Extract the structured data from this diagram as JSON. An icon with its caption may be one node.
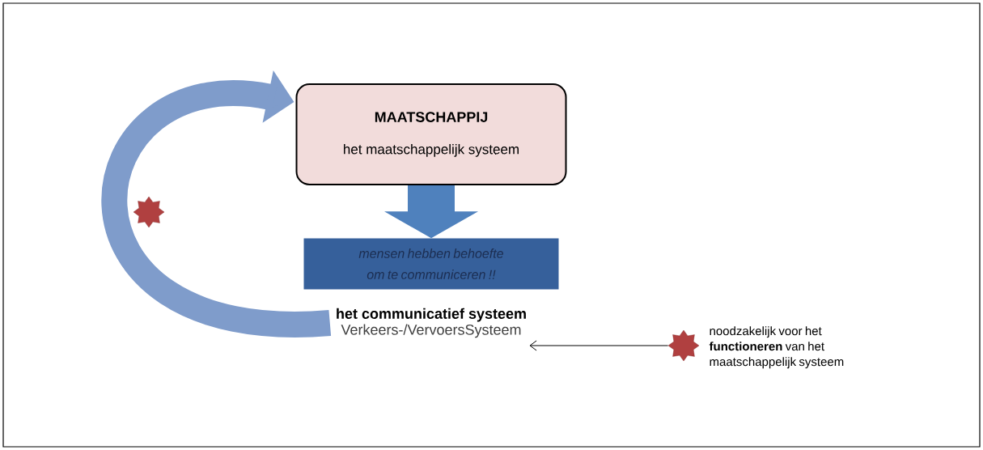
{
  "diagram": {
    "nodes": [
      {
        "text": [
          "MAATSCHAPPIJ",
          "het maatschappelijk systeem"
        ]
      },
      {
        "text": [
          "mensen hebben behoefte om te communiceren !!"
        ]
      },
      {
        "text": [
          "het communicatief systeem",
          "Verkeers-/VervoersSysteem"
        ]
      },
      {
        "text": [],
        "shape": "star",
        "beside": [
          "noodzakelijk voor het **functioneren** van het maatschappelijk systeem"
        ]
      },
      {
        "text": [],
        "shape": "star"
      }
    ],
    "edges": [
      {
        "from": 0,
        "to": 1,
        "arrow": "to",
        "style": "thick",
        "color": "#4f81bd"
      },
      {
        "from": 2,
        "to": 0,
        "arrow": "to",
        "style": "thick",
        "color": "#7f9ccb"
      },
      {
        "from": 3,
        "to": 2,
        "arrow": "to",
        "color": "#000000"
      }
    ]
  }
}
